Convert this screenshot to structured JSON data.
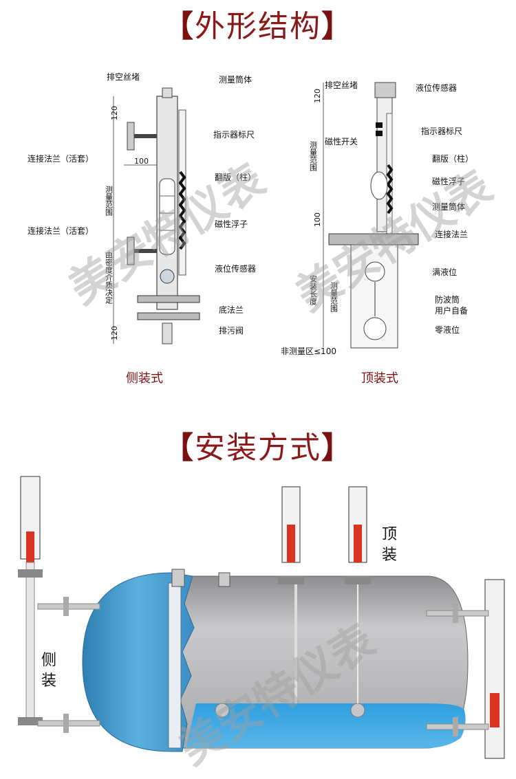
{
  "section1": {
    "bracket_left": "【",
    "title": "外形结构",
    "bracket_right": "】"
  },
  "section2": {
    "bracket_left": "【",
    "title": "安装方式",
    "bracket_right": "】"
  },
  "side_diagram": {
    "caption": "侧装式",
    "labels": {
      "vent_plug": "排空丝堵",
      "measure_tube": "测量筒体",
      "connect_flange_top": "连接法兰（活套）",
      "indicator_scale": "指示器标尺",
      "flip_plate": "翻版（柱）",
      "measure_range": "测量范围",
      "connect_flange_bottom": "连接法兰（活套）",
      "magnetic_float": "磁性浮子",
      "density_note": "由密度介质决定",
      "level_sensor": "液位传感器",
      "bottom_flange": "底法兰",
      "drain_valve": "排污阀"
    },
    "dims": {
      "top": "120",
      "width": "100",
      "bottom": "120"
    }
  },
  "top_diagram": {
    "caption": "顶装式",
    "labels": {
      "vent_plug": "排空丝堵",
      "level_sensor": "液位传感器",
      "magnetic_switch": "磁性开关",
      "indicator_scale": "指示器标尺",
      "measure_range": "测量范围",
      "flip_plate": "翻版（柱）",
      "magnetic_float": "磁性浮子",
      "measure_tube": "测量筒体",
      "connect_flange": "连接法兰",
      "install_length": "安装长度",
      "full_level": "满液位",
      "measure_range2": "测量范围",
      "wave_guard": "防波筒",
      "user_supplied": "用户自备",
      "zero_level": "零液位",
      "non_measure_zone": "非测量区≤100"
    },
    "dims": {
      "top": "120",
      "mid": "100"
    }
  },
  "install": {
    "side_label": "侧装",
    "top_label": "顶装"
  },
  "watermark": "美安特仪表",
  "colors": {
    "accent": "#8b1a1a",
    "tank_blue": "#4a9fd0",
    "tank_gray": "#b9b9bb",
    "liquid": "#3ea6de"
  }
}
